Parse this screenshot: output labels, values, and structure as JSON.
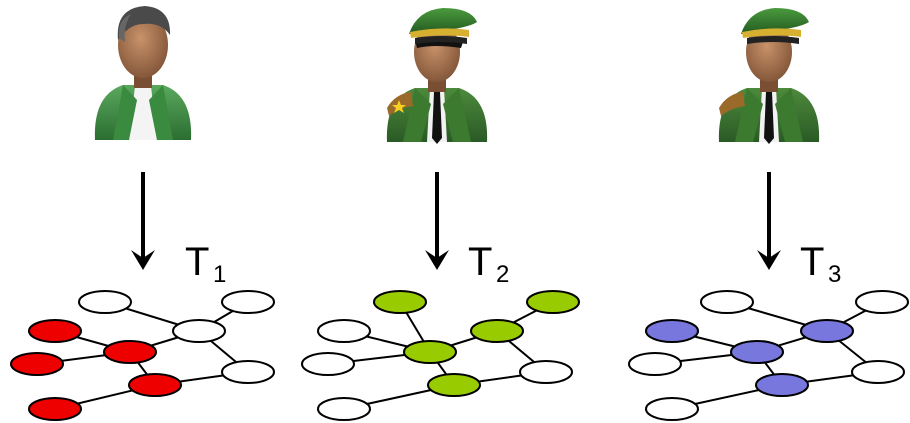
{
  "panels": [
    {
      "id": "1",
      "person": "civilian",
      "task_letter": "T",
      "task_sub": "1",
      "node_fill": "#ee0000",
      "highlighted": [
        1,
        2,
        3,
        4,
        5
      ]
    },
    {
      "id": "2",
      "person": "officer",
      "task_letter": "T",
      "task_sub": "2",
      "node_fill": "#99cc00",
      "highlighted": [
        0,
        3,
        5,
        7,
        9
      ]
    },
    {
      "id": "3",
      "person": "officer",
      "task_letter": "T",
      "task_sub": "3",
      "node_fill": "#7777dd",
      "highlighted": [
        1,
        3,
        5,
        7
      ]
    }
  ],
  "colors": {
    "arrow": "#000000",
    "edge": "#000000",
    "node_stroke": "#000000",
    "node_empty": "#ffffff",
    "jacket_green": "#3f8f45",
    "skin": "#9b6a47",
    "hair": "#4a4a4a",
    "cap_green": "#2e6b2e",
    "gold_band": "#d8b030"
  }
}
